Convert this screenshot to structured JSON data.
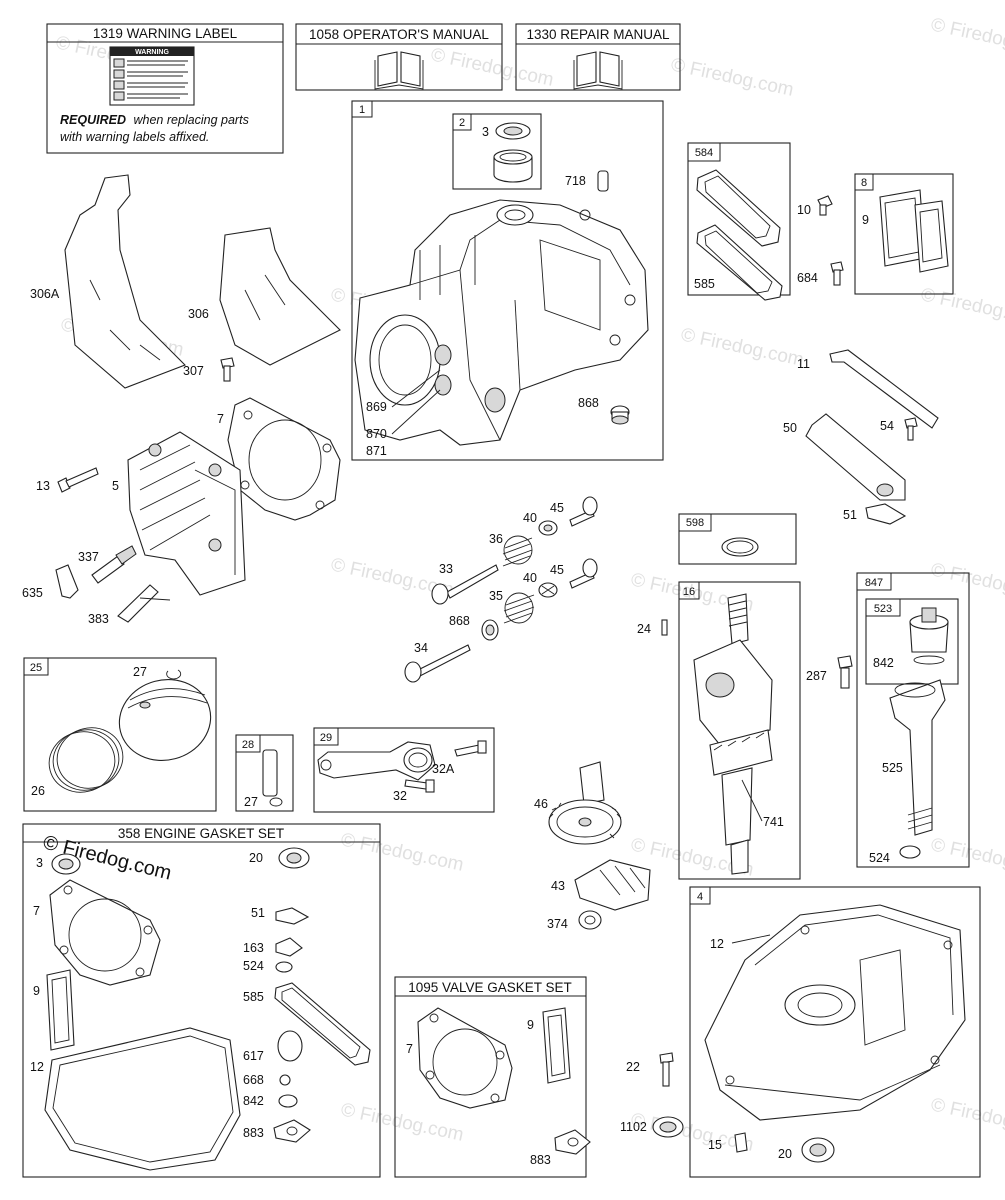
{
  "watermark": {
    "text": "© Firedog.com"
  },
  "warning_box": {
    "title": "1319 WARNING LABEL",
    "label_heading": "WARNING",
    "required_bold": "REQUIRED",
    "required_rest": "when replacing parts",
    "required_line2": "with warning labels affixed."
  },
  "operators_manual": {
    "title": "1058 OPERATOR'S MANUAL"
  },
  "repair_manual": {
    "title": "1330 REPAIR MANUAL"
  },
  "boxes": {
    "b1": "1",
    "b2": "2",
    "b584": "584",
    "b8": "8",
    "b598": "598",
    "b16": "16",
    "b847": "847",
    "b523": "523",
    "b25": "25",
    "b28": "28",
    "b29": "29",
    "b4": "4"
  },
  "engine_gasket_set": {
    "title": "358 ENGINE GASKET SET"
  },
  "valve_gasket_set": {
    "title": "1095 VALVE GASKET SET"
  },
  "callouts": {
    "c3": "3",
    "c718": "718",
    "c869": "869",
    "c870": "870",
    "c871": "871",
    "c868": "868",
    "c585": "585",
    "c10": "10",
    "c684": "684",
    "c9": "9",
    "c11": "11",
    "c50": "50",
    "c54": "54",
    "c51": "51",
    "c306A": "306A",
    "c306": "306",
    "c307": "307",
    "c7": "7",
    "c13": "13",
    "c5": "5",
    "c337": "337",
    "c635": "635",
    "c383": "383",
    "c45a": "45",
    "c40a": "40",
    "c36": "36",
    "c33": "33",
    "c45b": "45",
    "c40b": "40",
    "c35": "35",
    "c868b": "868",
    "c34": "34",
    "c24": "24",
    "c741": "741",
    "c287": "287",
    "c842": "842",
    "c525": "525",
    "c524": "524",
    "c27": "27",
    "c26": "26",
    "c27b": "27",
    "c32A": "32A",
    "c32": "32",
    "c46": "46",
    "c43": "43",
    "c374": "374",
    "c12": "12",
    "c22": "22",
    "c15": "15",
    "c20": "20",
    "c1102": "1102",
    "g3": "3",
    "g7": "7",
    "g9": "9",
    "g12": "12",
    "g20": "20",
    "g51": "51",
    "g163": "163",
    "g524": "524",
    "g585": "585",
    "g617": "617",
    "g668": "668",
    "g842": "842",
    "g883": "883",
    "v7": "7",
    "v9": "9",
    "v883": "883"
  }
}
